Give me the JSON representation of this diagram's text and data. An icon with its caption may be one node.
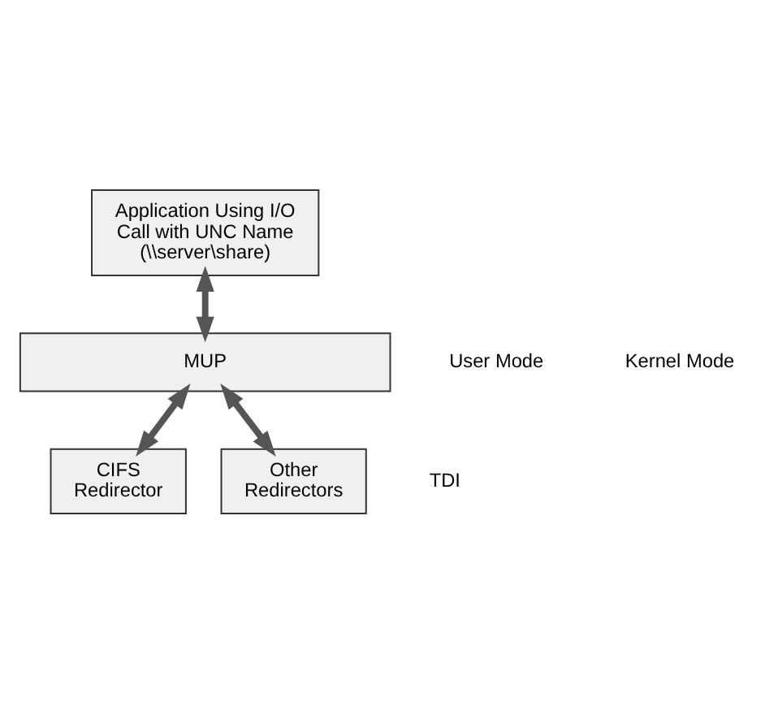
{
  "diagram": {
    "nodes": [
      {
        "text": [
          "Application Using I/O Call with UNC Name (\\\\server\\share)"
        ]
      },
      {
        "text": [
          "MUP"
        ]
      },
      {
        "text": [
          "CIFS Redirector"
        ]
      },
      {
        "text": [
          "Other Redirectors"
        ]
      }
    ],
    "edges": [
      {
        "from": 0,
        "to": 1,
        "arrow": "both"
      },
      {
        "from": 1,
        "to": 2,
        "arrow": "both"
      },
      {
        "from": 1,
        "to": 3,
        "arrow": "both"
      }
    ],
    "labels": [
      "User Mode",
      "Kernel Mode",
      "TDI"
    ]
  }
}
